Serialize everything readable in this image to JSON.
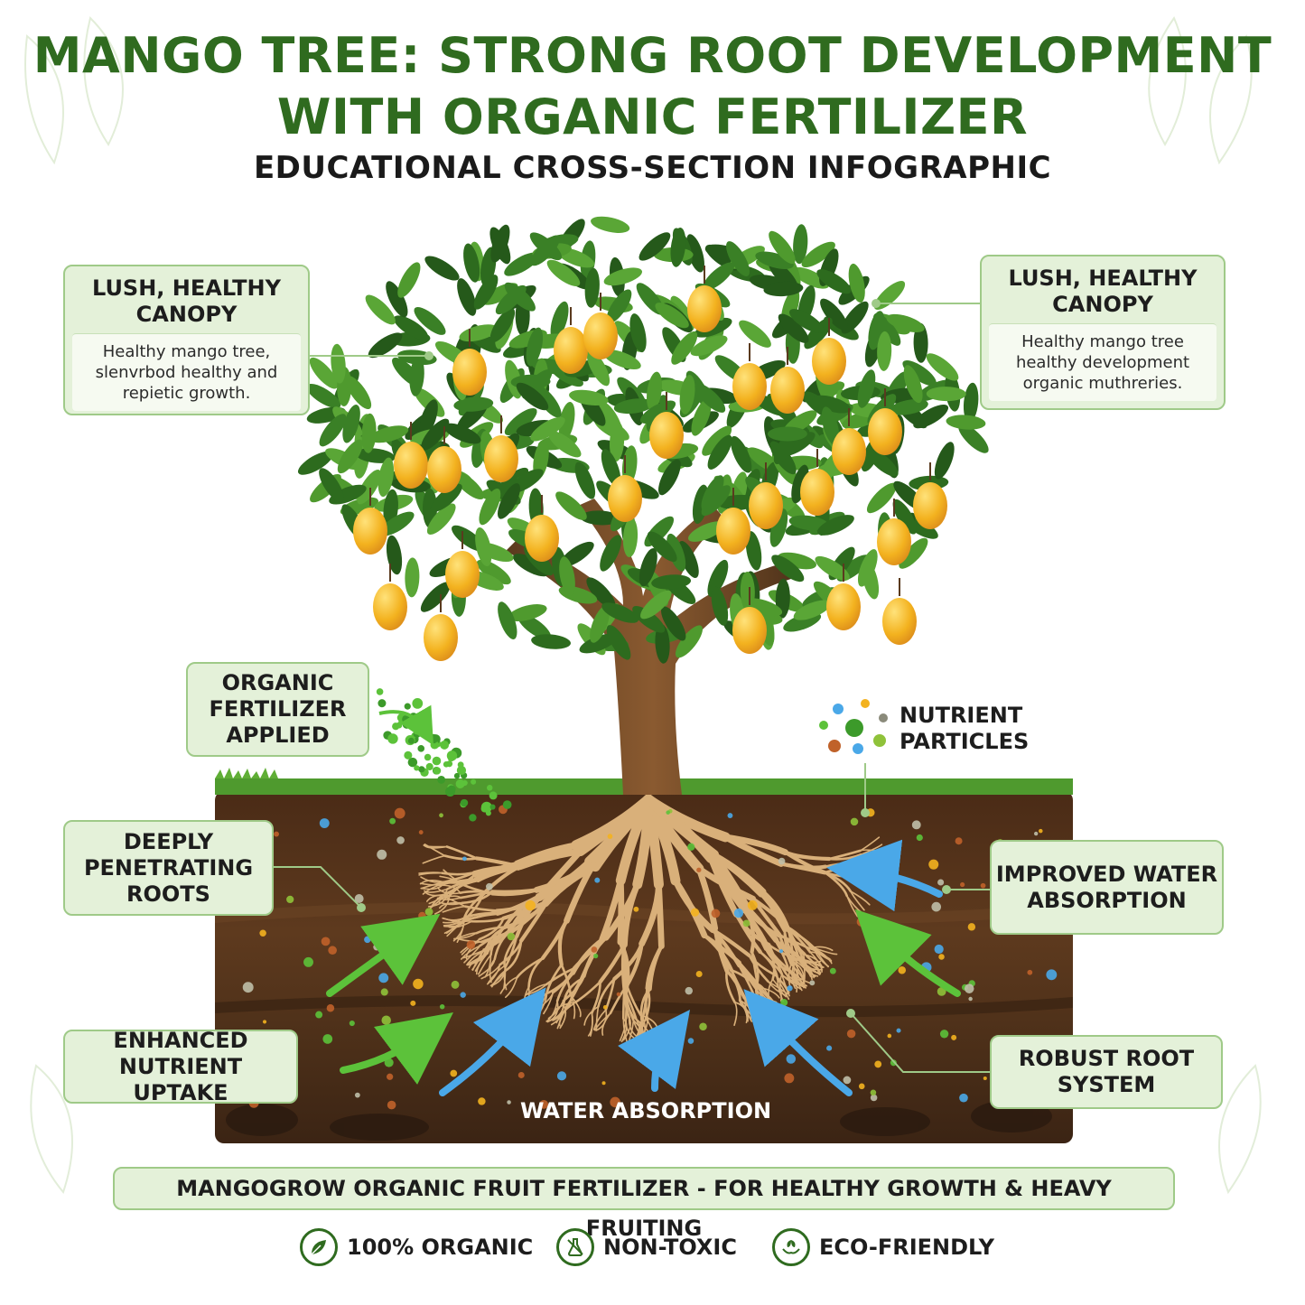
{
  "title": {
    "line1": "MANGO TREE: STRONG ROOT DEVELOPMENT",
    "line2": "WITH ORGANIC FERTILIZER",
    "subtitle": "EDUCATIONAL CROSS-SECTION INFOGRAPHIC"
  },
  "canopy_left": {
    "heading": "LUSH, HEALTHY CANOPY",
    "body": "Healthy mango tree, slenvrbod healthy and repietic growth."
  },
  "canopy_right": {
    "heading": "LUSH, HEALTHY CANOPY",
    "body": "Healthy mango tree healthy development organic muthreries."
  },
  "labels": {
    "fertilizer": "ORGANIC FERTILIZER APPLIED",
    "nutrients": "NUTRIENT PARTICLES",
    "roots_deep": "DEEPLY PENETRATING ROOTS",
    "water_improved": "IMPROVED WATER ABSORPTION",
    "nutrient_uptake": "ENHANCED NUTRIENT UPTAKE",
    "robust_roots": "ROBUST ROOT SYSTEM",
    "water_absorption": "WATER ABSORPTION"
  },
  "banner": "MANGOGROW ORGANIC FRUIT FERTILIZER - FOR HEALTHY GROWTH & HEAVY FRUITING",
  "badges": [
    {
      "label": "100% ORGANIC",
      "icon": "leaf-icon"
    },
    {
      "label": "NON-TOXIC",
      "icon": "flask-icon"
    },
    {
      "label": "ECO-FRIENDLY",
      "icon": "eco-hands-icon"
    }
  ],
  "colors": {
    "brand_green": "#2f6b1f",
    "card_fill": "#e4f1d9",
    "card_border": "#9fca88",
    "soil_top": "#4a2b16",
    "soil_mid": "#5e3a1e",
    "soil_deep": "#3b2414",
    "mango": "#f3b21f",
    "water_arrow": "#4aa8e8",
    "nutrient_arrow": "#5cc23a",
    "root": "#d9b07a"
  }
}
